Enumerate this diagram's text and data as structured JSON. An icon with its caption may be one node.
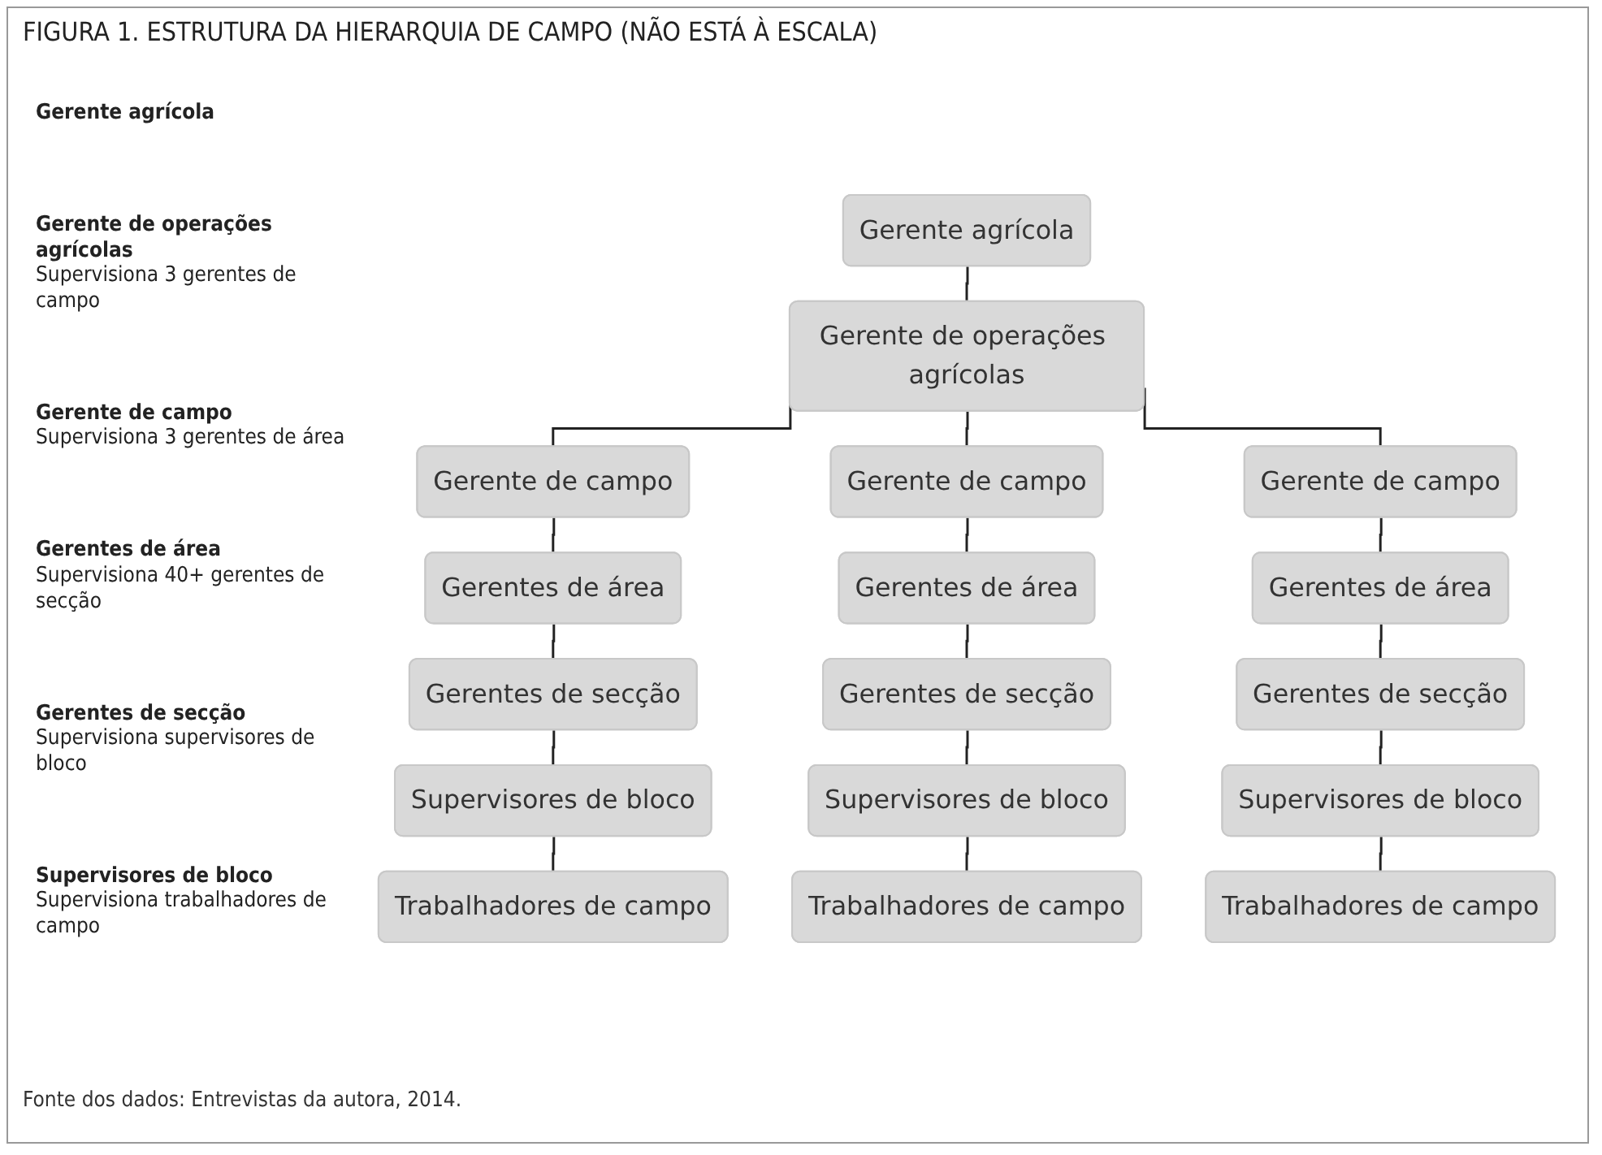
{
  "diagram": {
    "title": "FIGURA 1. ESTRUTURA DA HIERARQUIA DE CAMPO (NÃO ESTÁ À ESCALA)",
    "caption": "Fonte dos dados: Entrevistas da autora, 2014.",
    "nodes": [
      {
        "text": [
          "Gerente agrícola"
        ]
      },
      {
        "text": [
          "Gerente de operações agrícolas"
        ]
      },
      {
        "text": [
          "Gerente de campo"
        ]
      },
      {
        "text": [
          "Gerente de campo"
        ]
      },
      {
        "text": [
          "Gerente de campo"
        ]
      },
      {
        "text": [
          "Gerentes de área"
        ]
      },
      {
        "text": [
          "Gerentes de área"
        ]
      },
      {
        "text": [
          "Gerentes de área"
        ]
      },
      {
        "text": [
          "Gerentes de secção"
        ]
      },
      {
        "text": [
          "Gerentes de secção"
        ]
      },
      {
        "text": [
          "Gerentes de secção"
        ]
      },
      {
        "text": [
          "Supervisores de bloco"
        ]
      },
      {
        "text": [
          "Supervisores de bloco"
        ]
      },
      {
        "text": [
          "Supervisores de bloco"
        ]
      },
      {
        "text": [
          "Trabalhadores de campo"
        ]
      },
      {
        "text": [
          "Trabalhadores de campo"
        ]
      },
      {
        "text": [
          "Trabalhadores de campo"
        ]
      }
    ],
    "edges": [
      {
        "from": 0,
        "to": 1,
        "arrow": "none"
      },
      {
        "from": 1,
        "to": 2,
        "arrow": "none"
      },
      {
        "from": 1,
        "to": 3,
        "arrow": "none"
      },
      {
        "from": 1,
        "to": 4,
        "arrow": "none"
      },
      {
        "from": 2,
        "to": 5,
        "arrow": "none"
      },
      {
        "from": 3,
        "to": 6,
        "arrow": "none"
      },
      {
        "from": 4,
        "to": 7,
        "arrow": "none"
      },
      {
        "from": 5,
        "to": 8,
        "arrow": "none"
      },
      {
        "from": 6,
        "to": 9,
        "arrow": "none"
      },
      {
        "from": 7,
        "to": 10,
        "arrow": "none"
      },
      {
        "from": 8,
        "to": 11,
        "arrow": "none"
      },
      {
        "from": 9,
        "to": 12,
        "arrow": "none"
      },
      {
        "from": 10,
        "to": 13,
        "arrow": "none"
      },
      {
        "from": 11,
        "to": 14,
        "arrow": "none"
      },
      {
        "from": 12,
        "to": 15,
        "arrow": "none"
      },
      {
        "from": 13,
        "to": 16,
        "arrow": "none"
      }
    ],
    "labels": [
      "Gerente agrícola",
      "Gerente de operações agrícolas",
      "Supervisiona 3 gerentes de campo",
      "Gerente de campo",
      "Supervisiona 3 gerentes de área",
      "Gerentes de área",
      "Supervisiona 40+ gerentes de secção",
      "Gerentes de secção",
      "Supervisiona supervisores de bloco",
      "Supervisores de bloco",
      "Supervisiona trabalhadores de campo"
    ]
  }
}
